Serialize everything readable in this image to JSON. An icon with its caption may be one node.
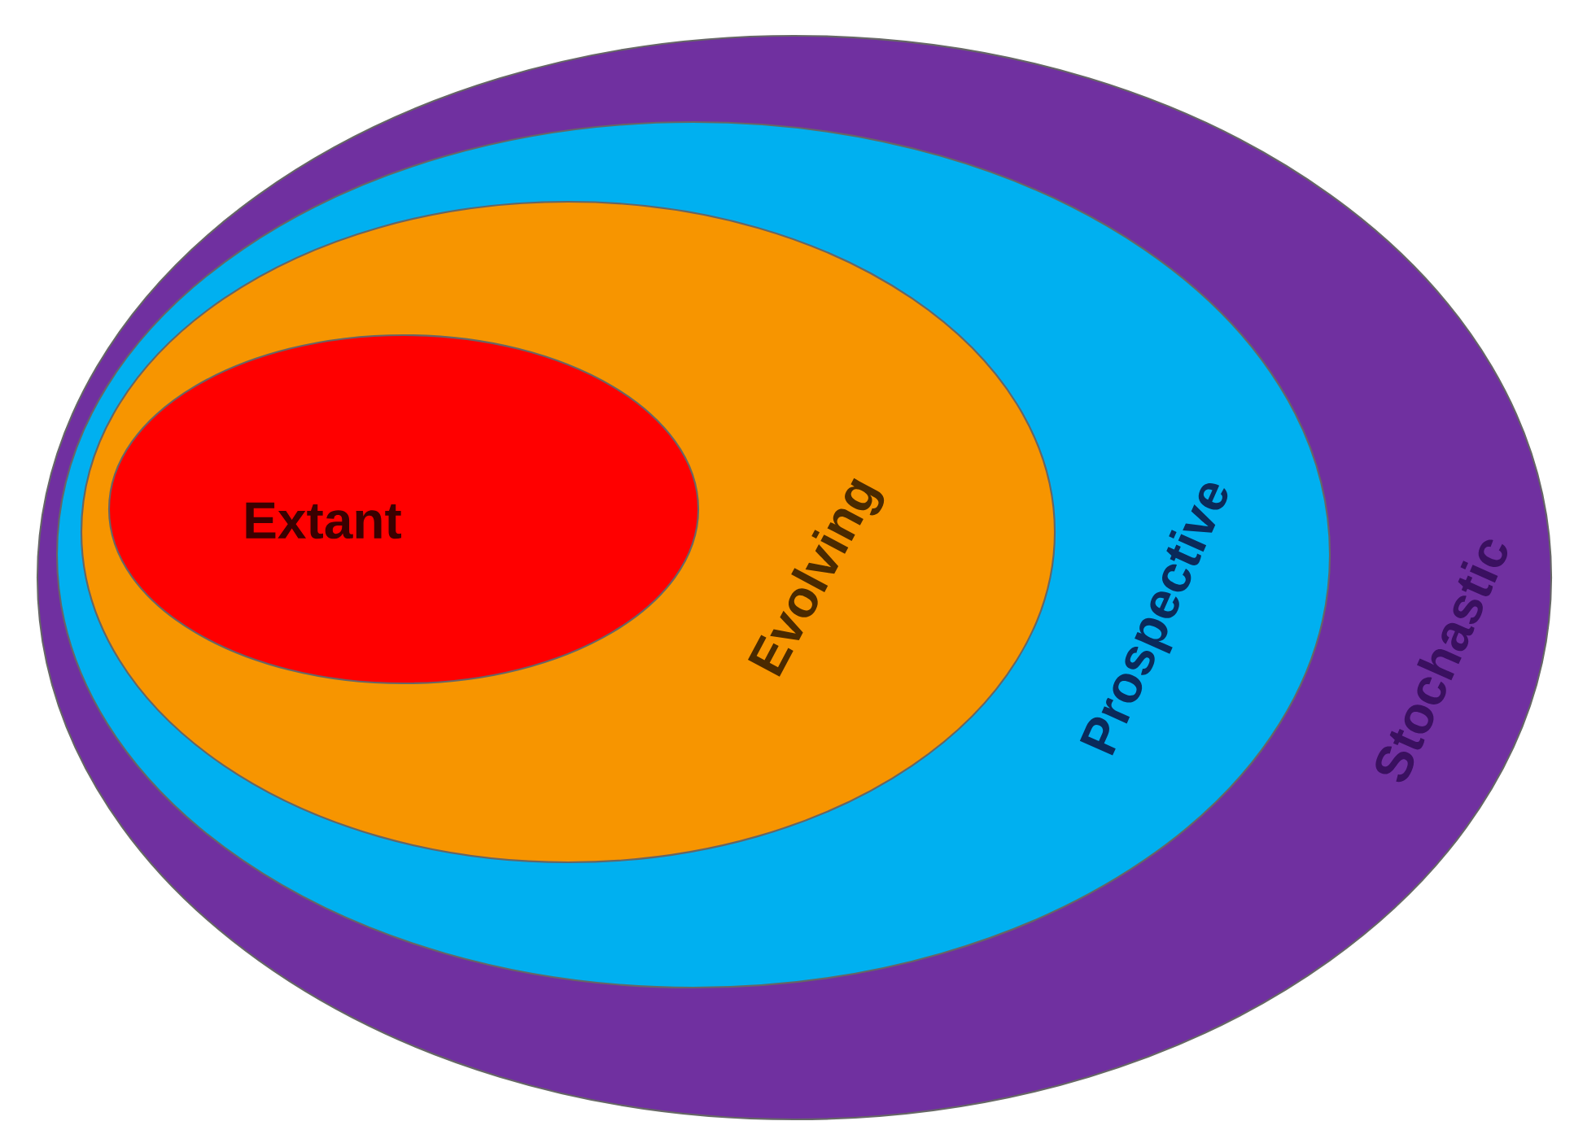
{
  "diagram": {
    "nodes": [
      {
        "text": [
          "Stochastic"
        ]
      },
      {
        "text": [
          "Prospective"
        ],
        "in": 0
      },
      {
        "text": [
          "Evolving"
        ],
        "in": 1
      },
      {
        "text": [
          "Extant"
        ],
        "in": 2
      }
    ]
  }
}
